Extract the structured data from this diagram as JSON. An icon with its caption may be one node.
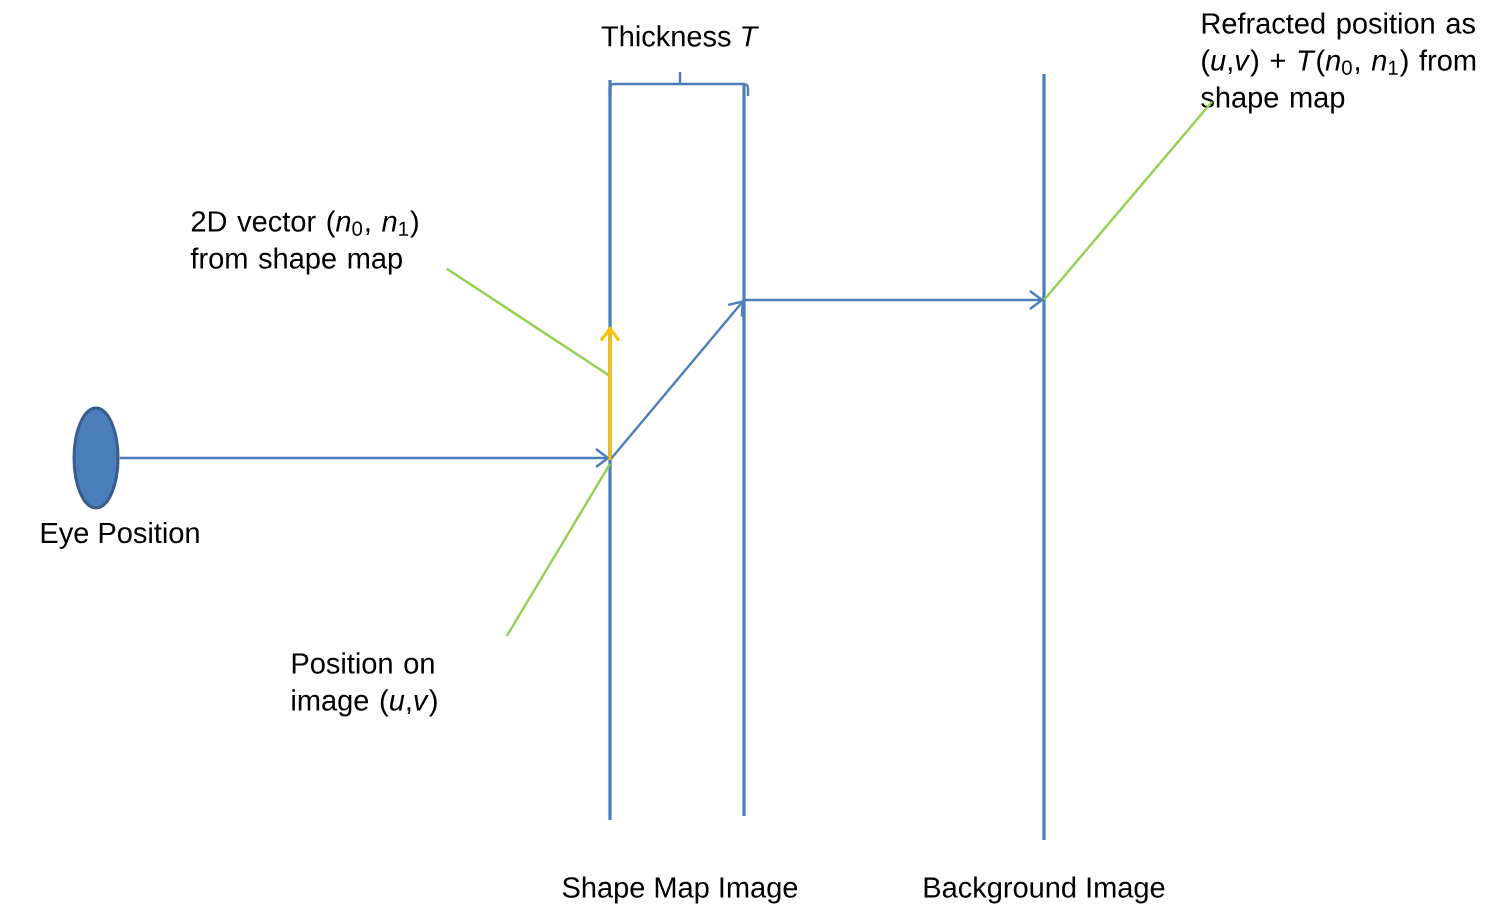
{
  "diagram": {
    "nodes": [
      {
        "text": [],
        "shape": "circle",
        "beside": [
          "Eye Position"
        ]
      },
      {
        "text": [
          "2D vector (*n*$_{0}$, *n*$_{1}$) from shape map"
        ]
      },
      {
        "text": [
          "Position on image (*u*,*v*)"
        ]
      },
      {
        "text": [
          "Refracted position as (*u*,*v*) + *T*(*n*$_{0}$, *n*$_{1}$) from shape map"
        ]
      },
      {
        "text": [],
        "shape": "bar"
      },
      {
        "text": [],
        "shape": "bar"
      },
      {
        "text": [],
        "shape": "bar"
      }
    ],
    "edges": [
      {
        "from": 0,
        "to": 4,
        "arrow": "to"
      },
      {
        "from": 4,
        "to": 5,
        "arrow": "to"
      },
      {
        "from": 5,
        "to": 6,
        "arrow": "to"
      },
      {
        "from": 1,
        "to": 4,
        "arrow": "none",
        "color": "#92d050"
      },
      {
        "from": 2,
        "to": 4,
        "arrow": "none",
        "color": "#92d050"
      },
      {
        "from": 3,
        "to": 6,
        "arrow": "none",
        "color": "#92d050"
      }
    ],
    "labels": [
      "Thickness *T*",
      "Shape Map Image",
      "Background Image"
    ]
  }
}
